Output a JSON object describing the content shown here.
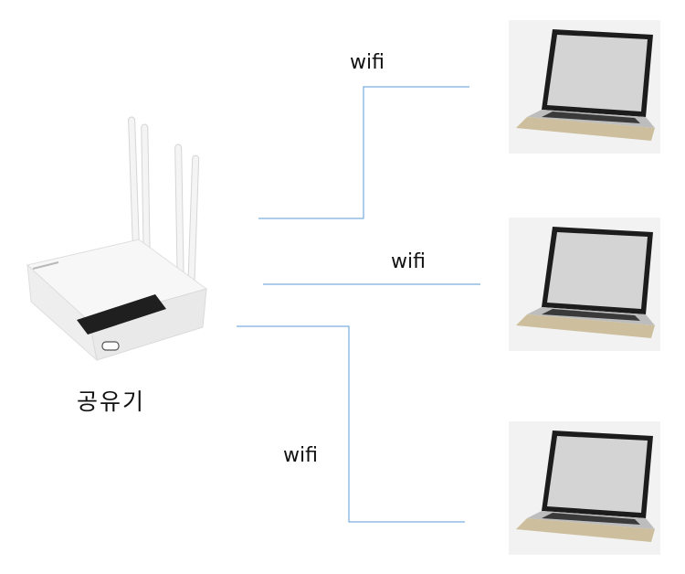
{
  "router": {
    "label": "공유기",
    "icon": "wifi-router-icon"
  },
  "connections": [
    {
      "label": "wifi",
      "icon": "laptop-icon"
    },
    {
      "label": "wifi",
      "icon": "laptop-icon"
    },
    {
      "label": "wifi",
      "icon": "laptop-icon"
    }
  ],
  "colors": {
    "connector": "#5b9bd5",
    "background": "#ffffff"
  }
}
